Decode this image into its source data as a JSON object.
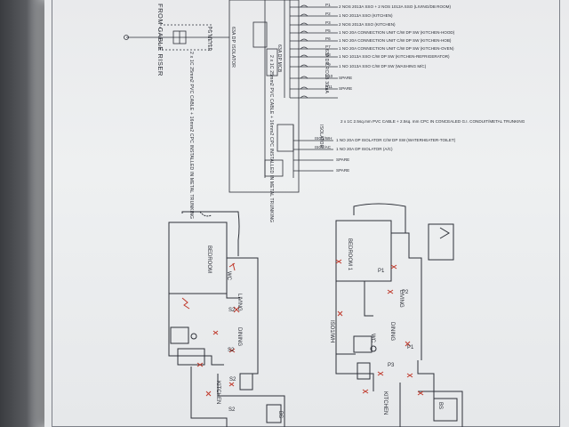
{
  "schematic": {
    "from_cable_riser": "FROM CABLE RISER",
    "riser_cable_spec": "2 x 1C 25mm2 PVC CABLE + 16mm2 CPC INSTALLED IN METAL TRUNKING",
    "meter_cable_spec": "2 x 1C 25mm2 PVC CABLE + 16mm2 CPC INSTALLED IN METAL TRUNKING",
    "isolator_label": "63A DP ISOLATOR",
    "meter_label": "PG METER",
    "main_switch": "63A DP MCB",
    "main_rccb": "63A DP RCCB 30mA",
    "isolator_word": "ISOLATOR",
    "circuits": [
      {
        "id": "P1",
        "desc": "2 NOS 2013A SSO + 2 NOS 1013A SSO (LIVING/DB ROOM)"
      },
      {
        "id": "P2",
        "desc": "1 NO 2013A SSO (KITCHEN)"
      },
      {
        "id": "P3",
        "desc": "2 NOS 2013A SSO (KITCHEN)"
      },
      {
        "id": "P5",
        "desc": "1 NO 20A CONNECTION UNIT C/W DP SW (KITCHEN-HOOD)"
      },
      {
        "id": "P6",
        "desc": "1 NO 20A CONNECTION UNIT C/W DP SW (KITCHEN-HOB)"
      },
      {
        "id": "P7",
        "desc": "1 NO 20A CONNECTION UNIT C/W DP SW (KITCHEN-OVEN)"
      },
      {
        "id": "P8",
        "desc": "1 NO 1013A SSO C/W DP SW (KITCHEN-REFRIGERATOR)"
      },
      {
        "id": "P9",
        "desc": "1 NO 1013A SSO C/W DP SW (WASHING M/C)"
      },
      {
        "id": "P10",
        "desc": "SPARE"
      },
      {
        "id": "P11",
        "desc": "SPARE"
      }
    ],
    "subcable_spec": "2 x 1C 2.5sq.mm PVC CABLE + 2.5sq. mm CPC IN CONCEALED G.I. CONDUIT/METAL TRUNKING",
    "isolator_circuits": [
      {
        "id": "ISO1/WH",
        "desc": "1 NO 20A DP ISOLATOR C/W DP SW (WATERHEATER-TOILET)"
      },
      {
        "id": "ISO2/AC",
        "desc": "1 NO 20A DP ISOLATOR (A/C)"
      },
      {
        "id": "",
        "desc": "SPARE"
      },
      {
        "id": "",
        "desc": "SPARE"
      }
    ]
  },
  "plans": {
    "left": {
      "rooms": [
        "BEDROOM",
        "LIVING",
        "DINING",
        "KITCHEN",
        "WC",
        "BS"
      ],
      "marks": [
        "S2",
        "S2",
        "S2",
        "S2"
      ]
    },
    "right": {
      "rooms": [
        "BEDROOM 1",
        "LIVING",
        "DINING",
        "KITCHEN",
        "BS",
        "WC"
      ],
      "marks": [
        "P1",
        "P2",
        "P1",
        "P3"
      ],
      "side_label": "ISO1/WH"
    }
  }
}
